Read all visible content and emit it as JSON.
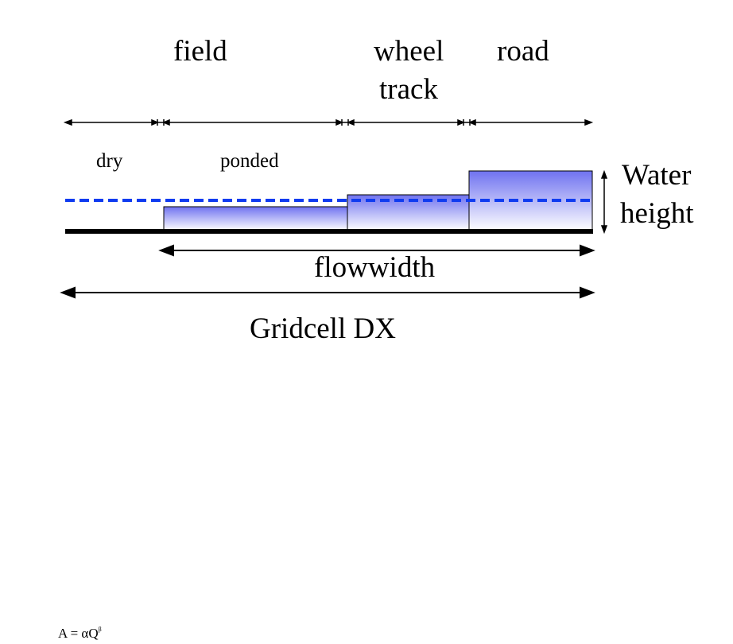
{
  "labels": {
    "field": "field",
    "wheel_track_line1": "wheel",
    "wheel_track_line2": "track",
    "road": "road",
    "dry": "dry",
    "ponded": "ponded",
    "water_height_line1": "Water",
    "water_height_line2": "height",
    "flowwidth": "flowwidth",
    "gridcell": "Gridcell DX"
  },
  "formula": {
    "lhs": "A = αQ",
    "exponent": "β"
  },
  "colors": {
    "water_fill_top": "#6f72f0",
    "water_fill_bottom": "#ffffff",
    "water_level_line": "#0f3bf0",
    "ground": "#000000",
    "outline": "#000000"
  }
}
